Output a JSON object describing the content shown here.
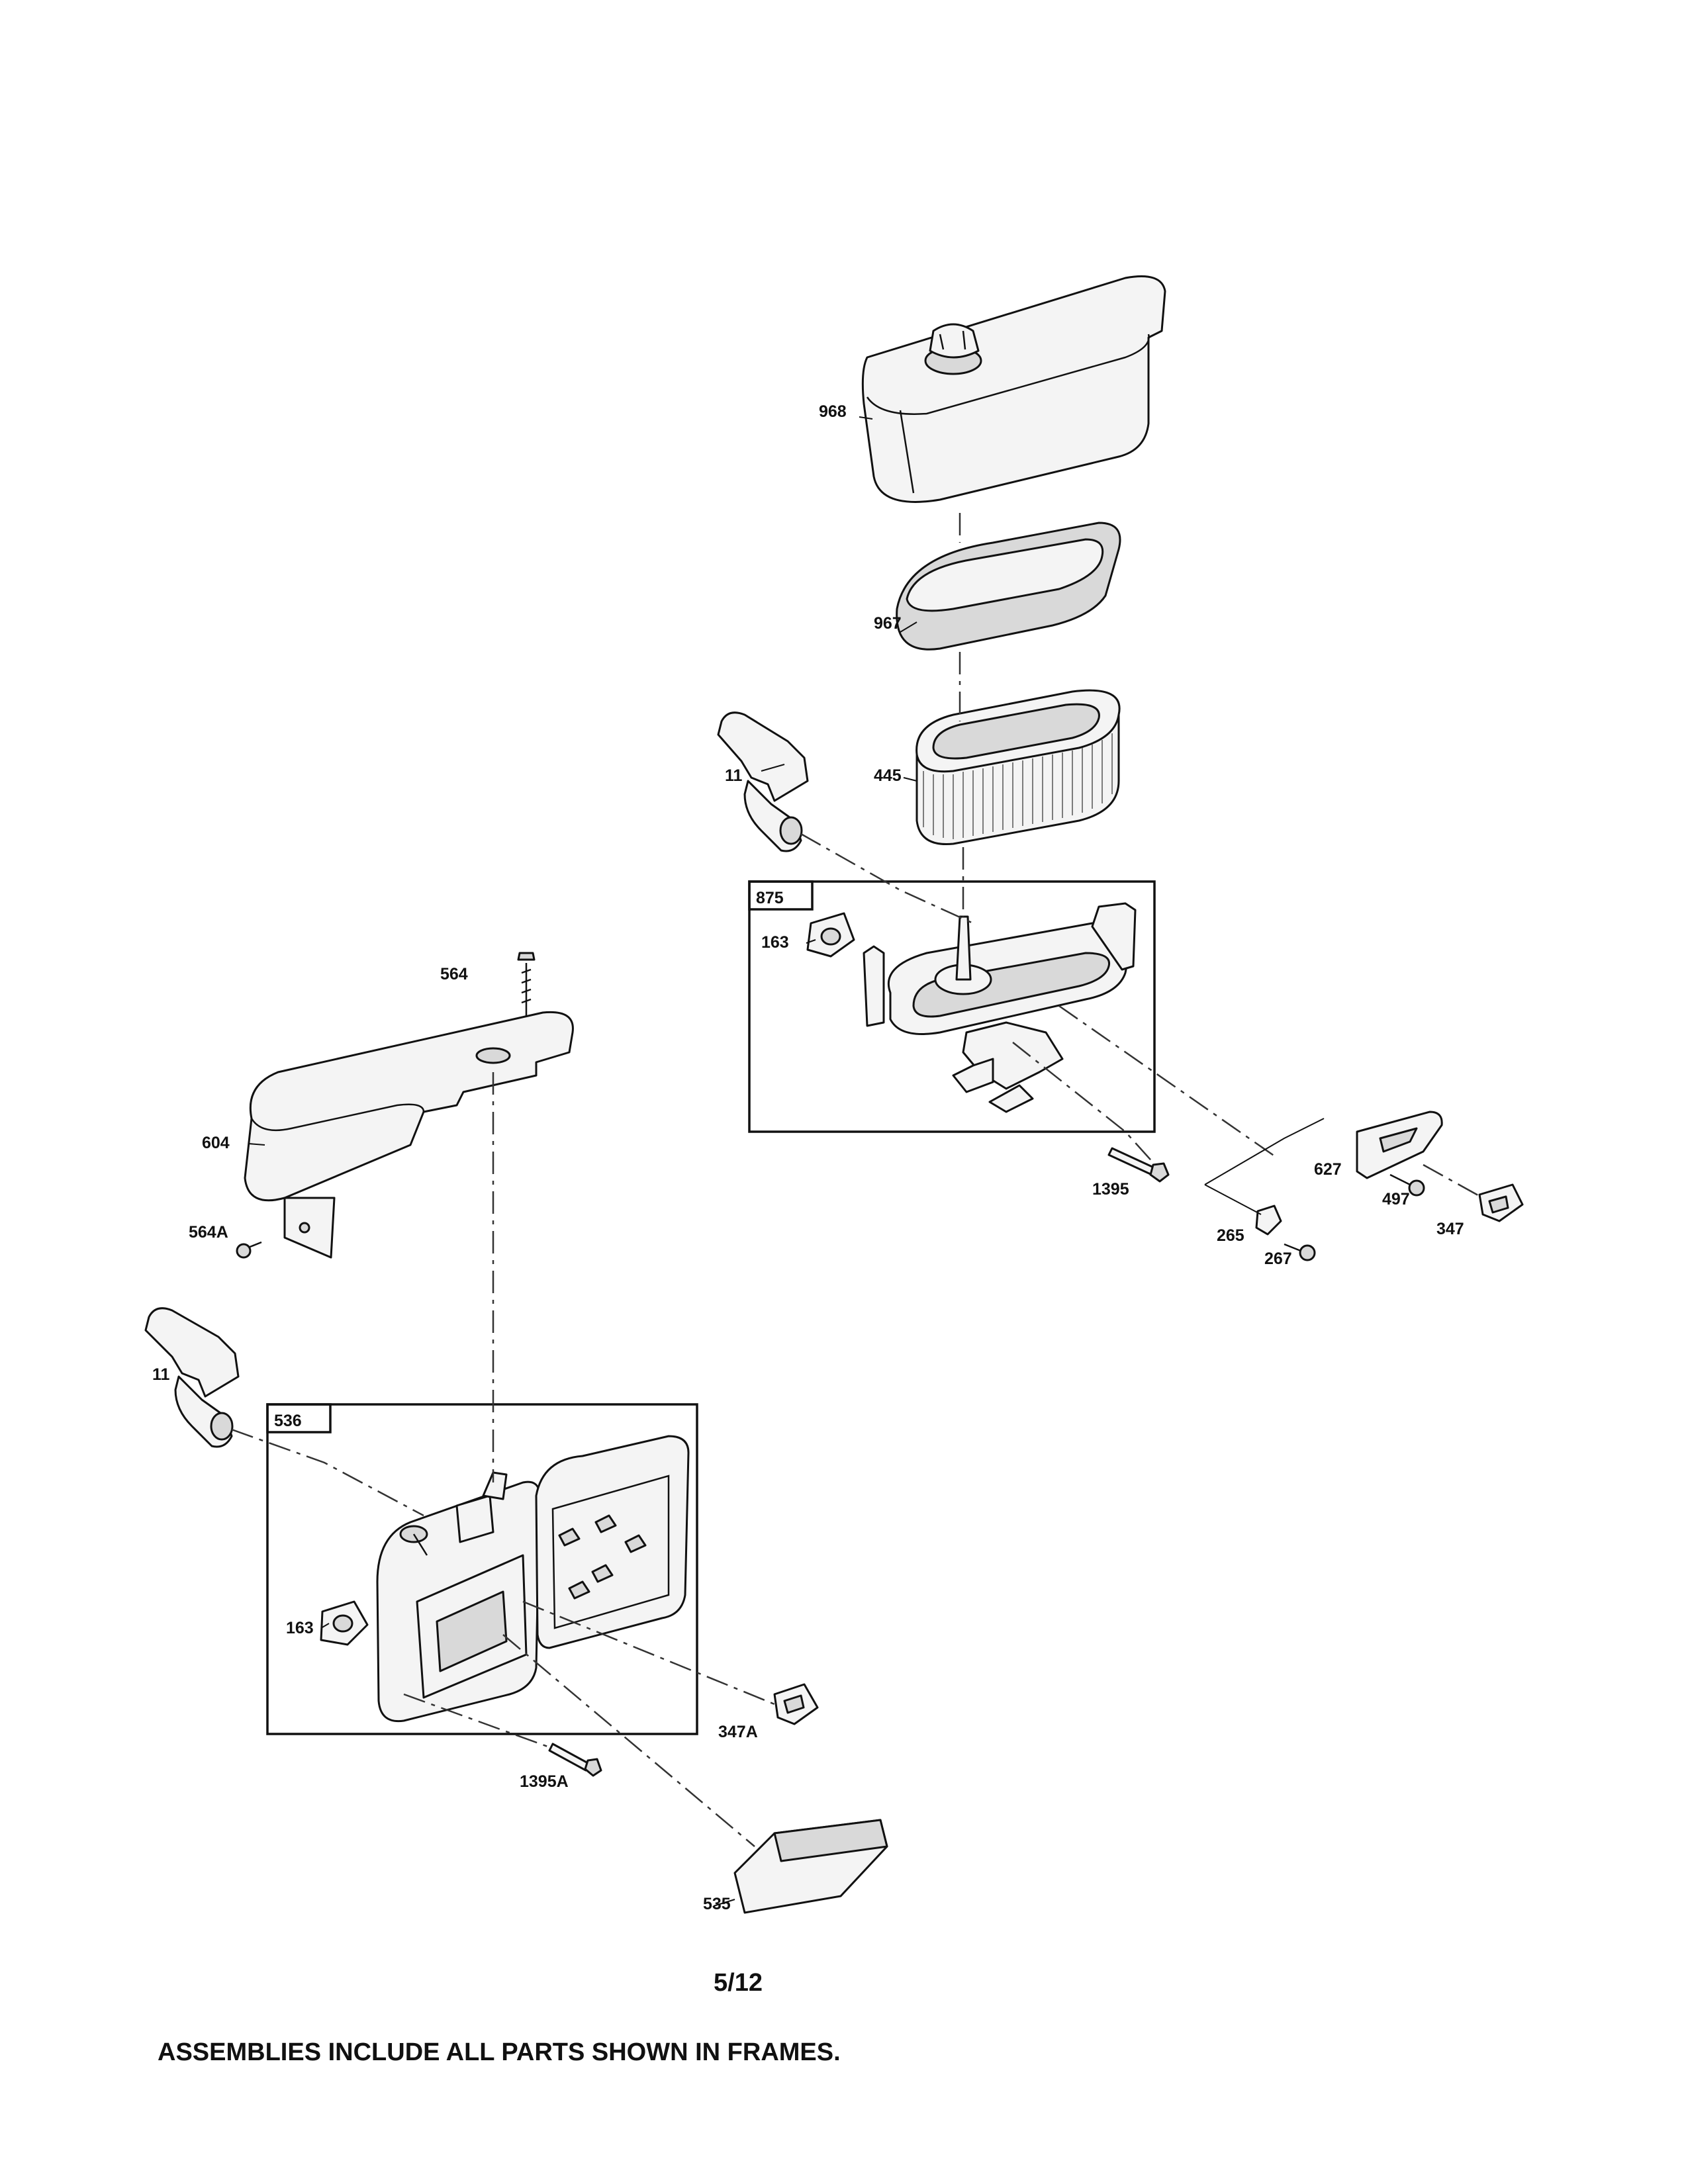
{
  "page": {
    "number": "5/12",
    "note": "ASSEMBLIES INCLUDE ALL PARTS SHOWN IN FRAMES."
  },
  "frames": {
    "upper_assembly": "875",
    "lower_assembly": "536"
  },
  "parts": {
    "cover_upper": "968",
    "precleaner": "967",
    "filter_cartridge": "445",
    "breather_tube_upper": "11",
    "gasket_upper": "163",
    "screw_upper": "1395",
    "bracket": "627",
    "nut_bracket": "497",
    "clip_upper": "347",
    "clamp": "265",
    "nut_clamp": "267",
    "screw_cover": "564",
    "cover_lower": "604",
    "nut_cover": "564A",
    "breather_tube_lower": "11",
    "gasket_lower": "163",
    "clip_lower": "347A",
    "screw_lower": "1395A",
    "foam_filter": "535"
  }
}
